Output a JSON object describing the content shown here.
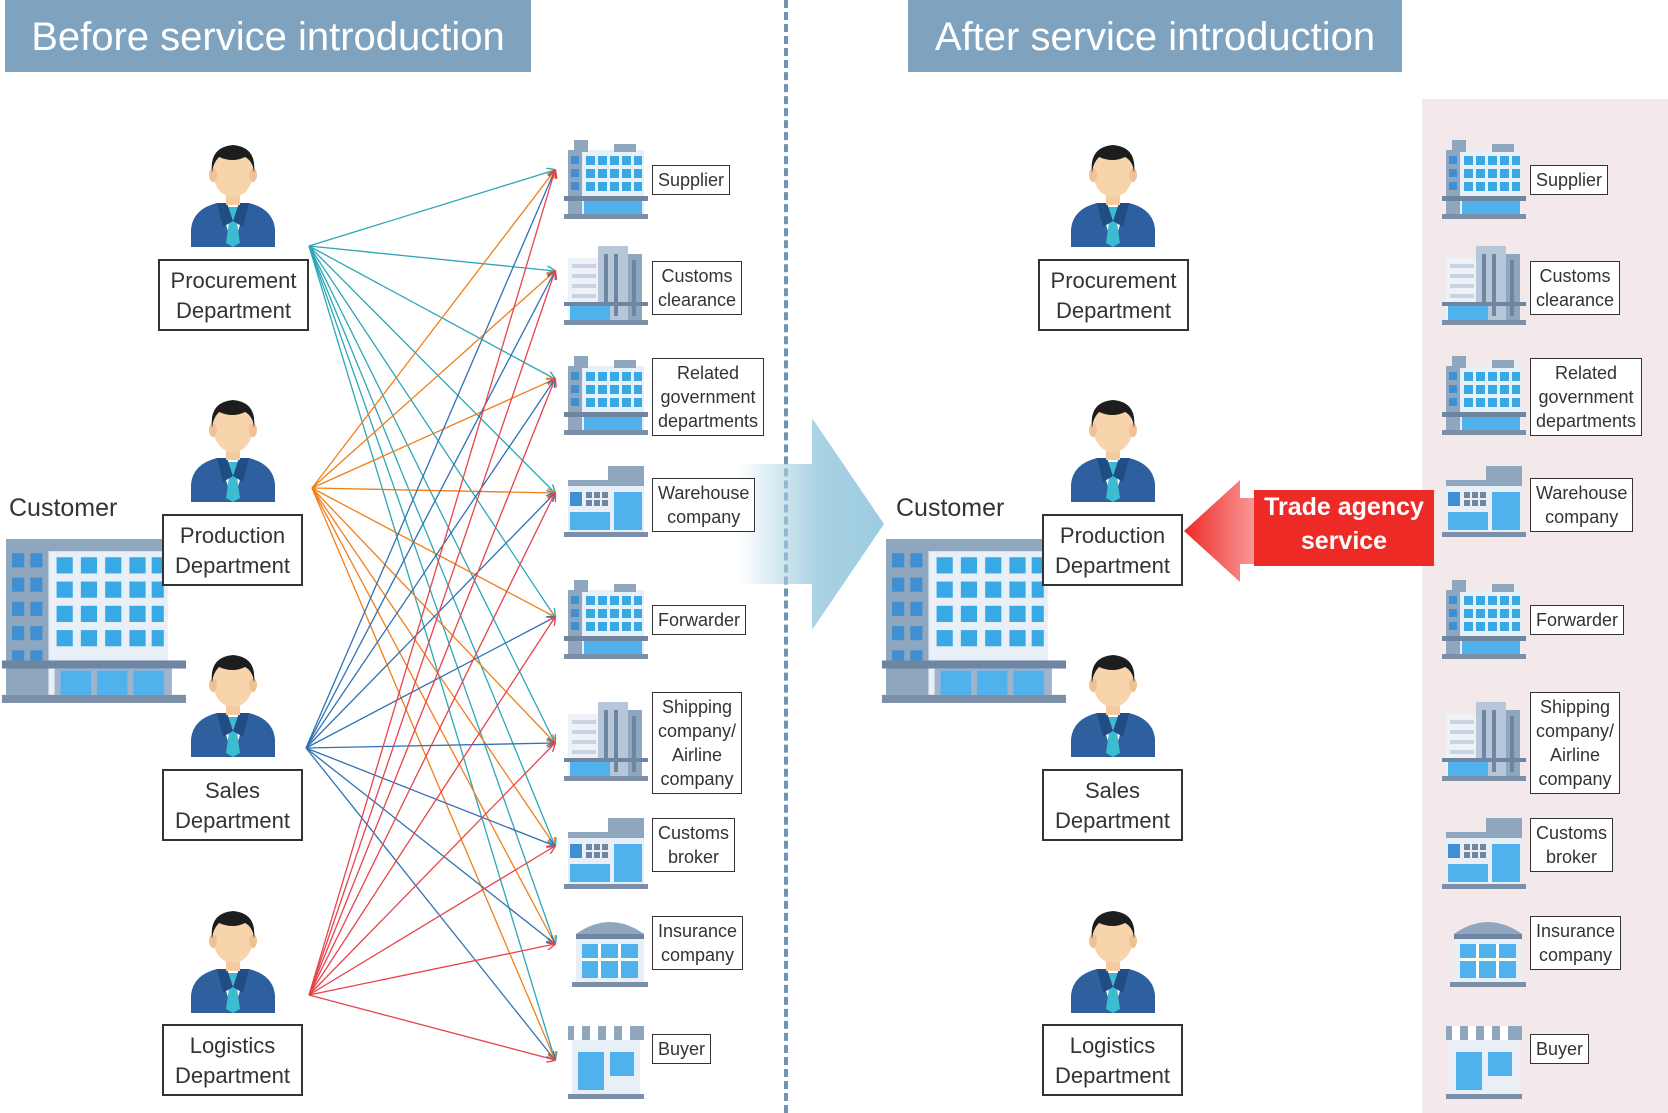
{
  "before": {
    "title": "Before service introduction",
    "customer_label": "Customer",
    "departments": [
      {
        "line1": "Procurement",
        "line2": "Department"
      },
      {
        "line1": "Production",
        "line2": "Department"
      },
      {
        "line1": "Sales",
        "line2": "Department"
      },
      {
        "line1": "Logistics",
        "line2": "Department"
      }
    ],
    "entities": [
      {
        "lines": [
          "Supplier"
        ],
        "icon": "office-tower-icon"
      },
      {
        "lines": [
          "Customs",
          "clearance"
        ],
        "icon": "skyscraper-icon"
      },
      {
        "lines": [
          "Related",
          "government",
          "departments"
        ],
        "icon": "office-tower-icon"
      },
      {
        "lines": [
          "Warehouse",
          "company"
        ],
        "icon": "warehouse-icon"
      },
      {
        "lines": [
          "Forwarder"
        ],
        "icon": "office-tower-icon"
      },
      {
        "lines": [
          "Shipping",
          "company/",
          "Airline",
          "company"
        ],
        "icon": "skyscraper-icon"
      },
      {
        "lines": [
          "Customs",
          "broker"
        ],
        "icon": "warehouse-icon"
      },
      {
        "lines": [
          "Insurance",
          "company"
        ],
        "icon": "bank-icon"
      },
      {
        "lines": [
          "Buyer"
        ],
        "icon": "shop-icon"
      }
    ],
    "connection_colors": {
      "procurement": "#2ba7b8",
      "production": "#f07f1a",
      "sales": "#2f72b6",
      "logistics": "#e8434a"
    }
  },
  "after": {
    "title": "After service introduction",
    "customer_label": "Customer",
    "departments": [
      {
        "line1": "Procurement",
        "line2": "Department"
      },
      {
        "line1": "Production",
        "line2": "Department"
      },
      {
        "line1": "Sales",
        "line2": "Department"
      },
      {
        "line1": "Logistics",
        "line2": "Department"
      }
    ],
    "trade_agency": {
      "line1": "Trade agency",
      "line2": "service"
    },
    "entities": [
      {
        "lines": [
          "Supplier"
        ],
        "icon": "office-tower-icon"
      },
      {
        "lines": [
          "Customs",
          "clearance"
        ],
        "icon": "skyscraper-icon"
      },
      {
        "lines": [
          "Related",
          "government",
          "departments"
        ],
        "icon": "office-tower-icon"
      },
      {
        "lines": [
          "Warehouse",
          "company"
        ],
        "icon": "warehouse-icon"
      },
      {
        "lines": [
          "Forwarder"
        ],
        "icon": "office-tower-icon"
      },
      {
        "lines": [
          "Shipping",
          "company/",
          "Airline",
          "company"
        ],
        "icon": "skyscraper-icon"
      },
      {
        "lines": [
          "Customs",
          "broker"
        ],
        "icon": "warehouse-icon"
      },
      {
        "lines": [
          "Insurance",
          "company"
        ],
        "icon": "bank-icon"
      },
      {
        "lines": [
          "Buyer"
        ],
        "icon": "shop-icon"
      }
    ]
  },
  "colors": {
    "banner": "#7fa3be",
    "divider": "#6f94b5",
    "panel": "#f4e9ea",
    "trade_red": "#ee2a26",
    "transition_arrow": "#a9d2e3"
  }
}
